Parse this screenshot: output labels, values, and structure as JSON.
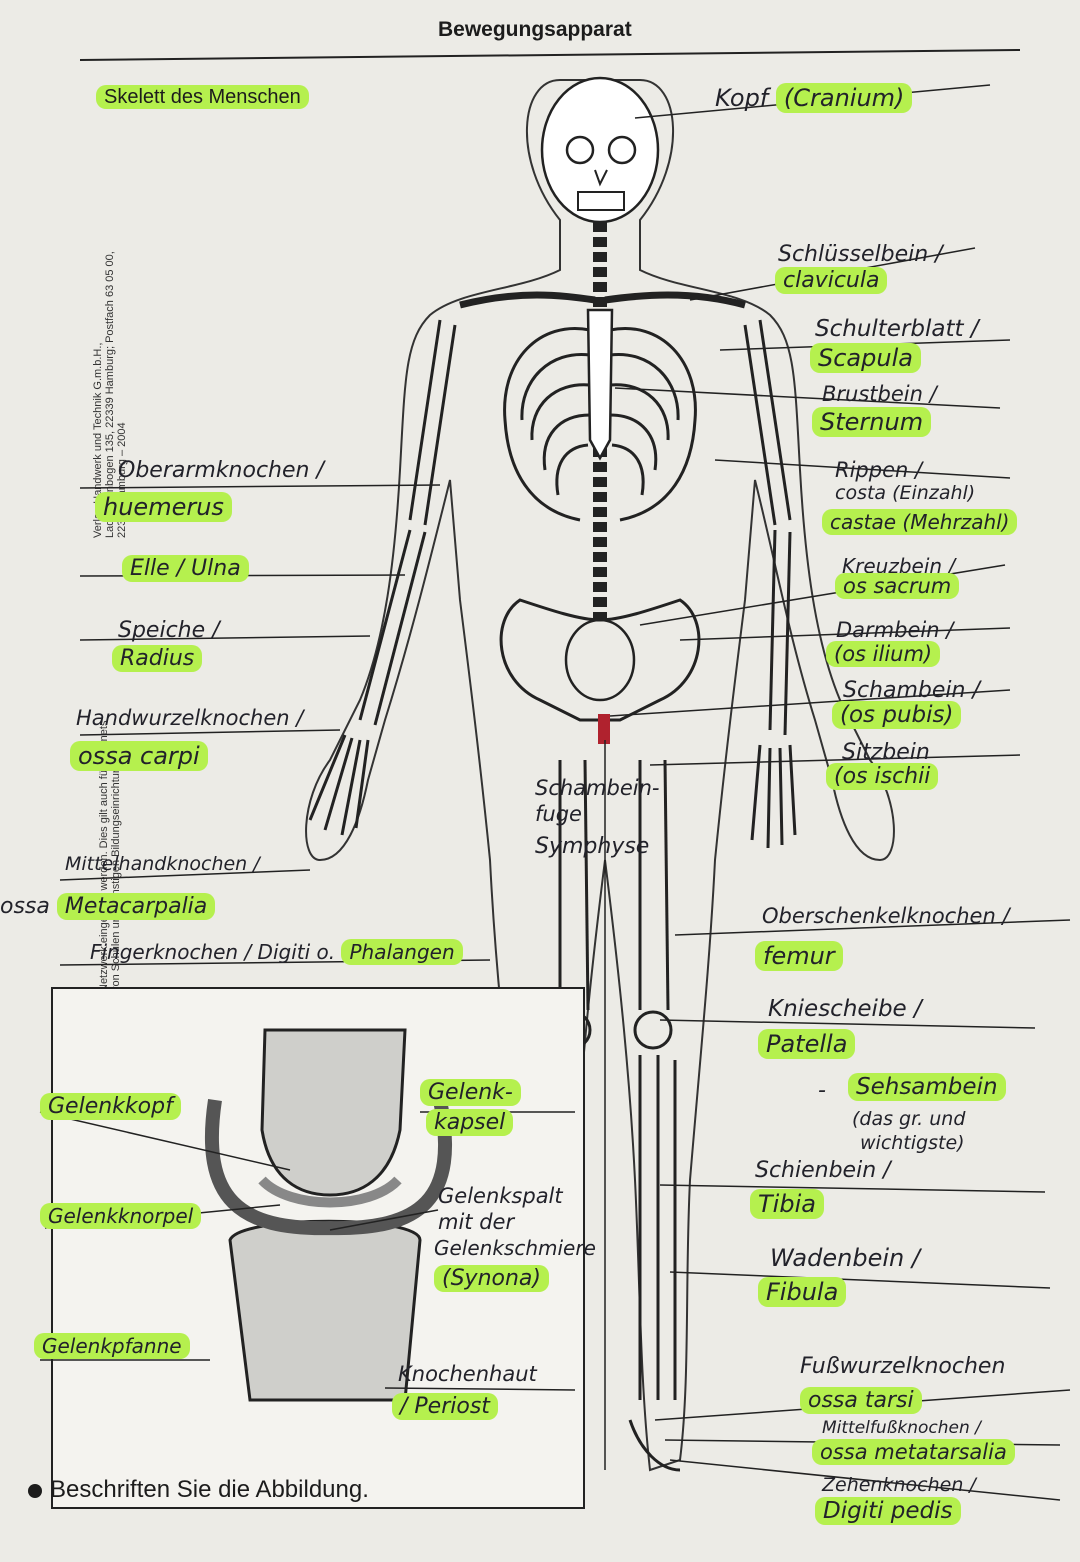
{
  "header": {
    "title": "Bewegungsapparat",
    "subtitle": "Skelett des Menschen"
  },
  "sidebar_publisher": {
    "line1": "Verlag Handwerk und Technik G.m.b.H.,",
    "line2": "Lademannbogen 135, 22339 Hamburg; Postfach 63 05 00,",
    "line3": "22331 Hamburg – 2004",
    "line4": "Netzwerk eingestellt werden. Dies gilt auch für Intranets",
    "line5": "von Schulen und sonstigen Bildungseinrichtungen."
  },
  "labels_left": {
    "oberarm_1": "Oberarmknochen /",
    "oberarm_2": "huemerus",
    "elle": "Elle / Ulna",
    "speiche_1": "Speiche /",
    "speiche_2": "Radius",
    "handwurzel_1": "Handwurzelknochen /",
    "handwurzel_2": "ossa carpi",
    "mittelhand_1": "Mittelhandknochen /",
    "mittelhand_2": "Metacarpalia",
    "mittelhand_prefix": "ossa",
    "finger_1": "Fingerknochen / Digiti o.",
    "finger_2": "Phalangen"
  },
  "labels_right": {
    "kopf_1": "Kopf",
    "kopf_2": "(Cranium)",
    "schluessel_1": "Schlüsselbein /",
    "schluessel_2": "clavicula",
    "schulter_1": "Schulterblatt /",
    "schulter_2": "Scapula",
    "brust_1": "Brustbein /",
    "brust_2": "Sternum",
    "rippen_1": "Rippen /",
    "rippen_2": "costa (Einzahl)",
    "rippen_3": "castae (Mehrzahl)",
    "kreuz_1": "Kreuzbein /",
    "kreuz_2": "os sacrum",
    "darm_1": "Darmbein /",
    "darm_2": "(os ilium)",
    "scham_1": "Schambein /",
    "scham_2": "(os pubis)",
    "sitz_1": "Sitzbein",
    "sitz_2": "(os ischii",
    "ober_1": "Oberschenkelknochen /",
    "ober_2": "femur",
    "knie_1": "Kniescheibe /",
    "knie_2": "Patella",
    "sesam_1": "Sehsambein",
    "sesam_2": "(das gr. und",
    "sesam_3": "wichtigste)",
    "sesam_dash": "-",
    "schien_1": "Schienbein /",
    "schien_2": "Tibia",
    "waden_1": "Wadenbein /",
    "waden_2": "Fibula",
    "fuss_1": "Fußwurzelknochen",
    "fuss_2": "ossa tarsi",
    "mittelfuss_1": "Mittelfußknochen /",
    "mittelfuss_2": "ossa metatarsalia",
    "zehen_1": "Zehenknochen /",
    "zehen_2": "Digiti pedis"
  },
  "labels_center": {
    "symphyse_1": "Schambein-",
    "symphyse_2": "fuge",
    "symphyse_3": "Symphyse"
  },
  "joint_labels": {
    "gelenkkopf": "Gelenkkopf",
    "gelenkkapsel_1": "Gelenk-",
    "gelenkkapsel_2": "kapsel",
    "gelenkknorpel": "Gelenkknorpel",
    "gelenkspalt_1": "Gelenkspalt",
    "gelenkspalt_2": "mit der",
    "gelenkspalt_3": "Gelenkschmiere",
    "gelenkspalt_4": "(Synona)",
    "gelenkpfanne": "Gelenkpfanne",
    "knochenhaut_1": "Knochenhaut",
    "knochenhaut_2": "/ Periost"
  },
  "instruction": "Beschriften Sie die Abbildung.",
  "colors": {
    "highlight": "#b5f04e",
    "symphysis": "#b0222e",
    "paper": "#ecebe6"
  }
}
